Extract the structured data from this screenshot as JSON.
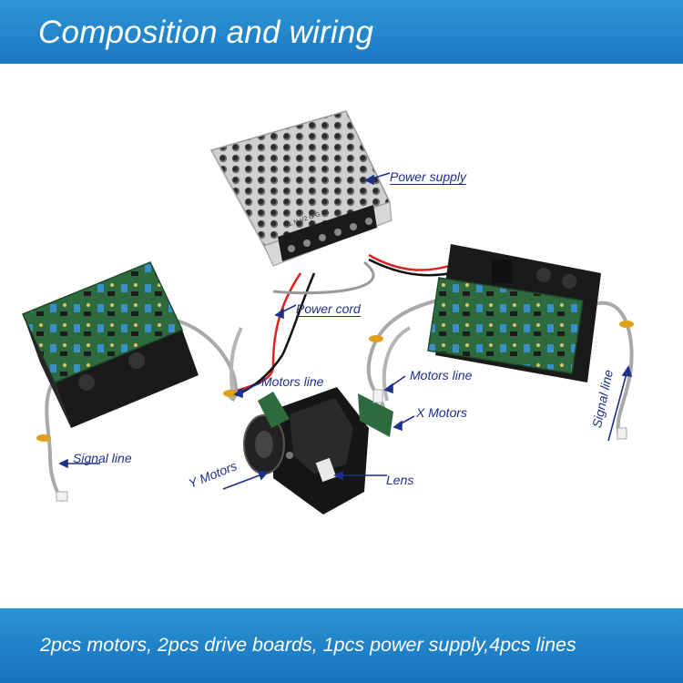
{
  "header": {
    "title": "Composition and wiring"
  },
  "labels": {
    "power_supply": "Power supply",
    "power_cord": "Power cord",
    "motors_line_left": "Motors line",
    "motors_line_right": "Motors line",
    "x_motors": "X Motors",
    "signal_line_left": "Signal line",
    "signal_line_right": "Signal line",
    "y_motors": "Y Motors",
    "lens": "Lens"
  },
  "power_supply_terminals": "L N V2 G G V1",
  "footer": {
    "text": "2pcs motors, 2pcs drive boards, 1pcs power supply,4pcs lines"
  },
  "colors": {
    "header_blue": "#1f86cc",
    "label_navy": "#1f2f8c",
    "board_green": "#2f6b3f",
    "heatsink_black": "#1a1a1a"
  }
}
